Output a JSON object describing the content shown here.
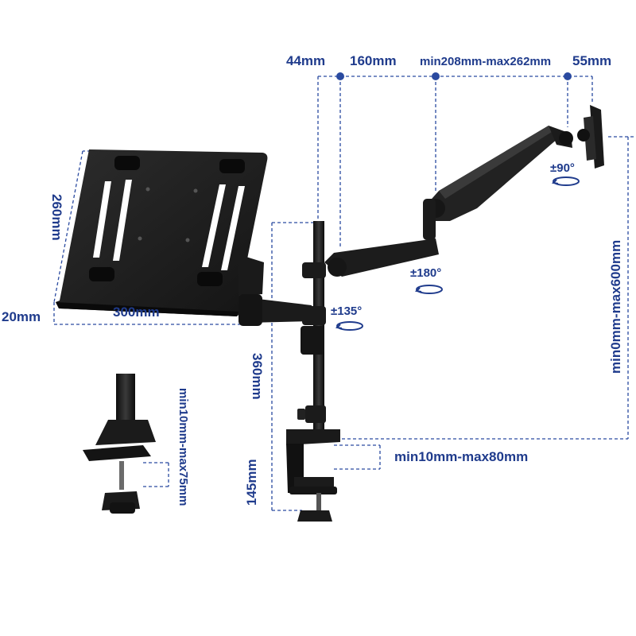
{
  "dimensions": {
    "top_44": "44mm",
    "top_160": "160mm",
    "top_arm_range": "min208mm-max262mm",
    "top_55": "55mm",
    "tray_height": "260mm",
    "tray_width": "300mm",
    "tray_lip": "20mm",
    "pole_360": "360mm",
    "base_145": "145mm",
    "clamp_range": "min10mm-max80mm",
    "height_range": "min0mm-max600mm",
    "inset_clamp_range": "min10mm-max75mm"
  },
  "rotations": {
    "monitor_tilt": "±90°",
    "arm_swivel": "±180°",
    "tray_swivel": "±135°"
  },
  "colors": {
    "accent": "#1f3b8c",
    "dash": "#2a4aa0",
    "hardware": "#1b1b1b"
  },
  "icons": {
    "rotate": "rotate-arrow-icon"
  }
}
